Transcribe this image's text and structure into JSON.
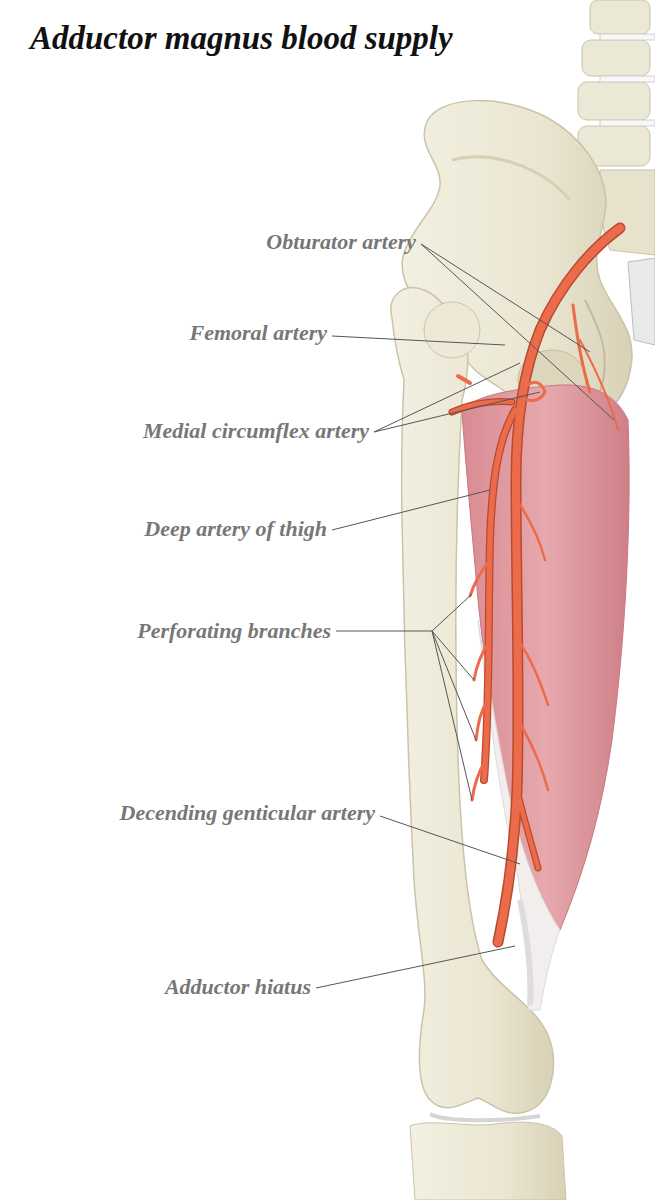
{
  "diagram": {
    "title": "Adductor magnus blood supply",
    "labels": [
      "Obturator artery",
      "Femoral artery",
      "Medial circumflex artery",
      "Deep artery of thigh",
      "Perforating branches",
      "Decending genticular artery",
      "Adductor hiatus"
    ]
  }
}
